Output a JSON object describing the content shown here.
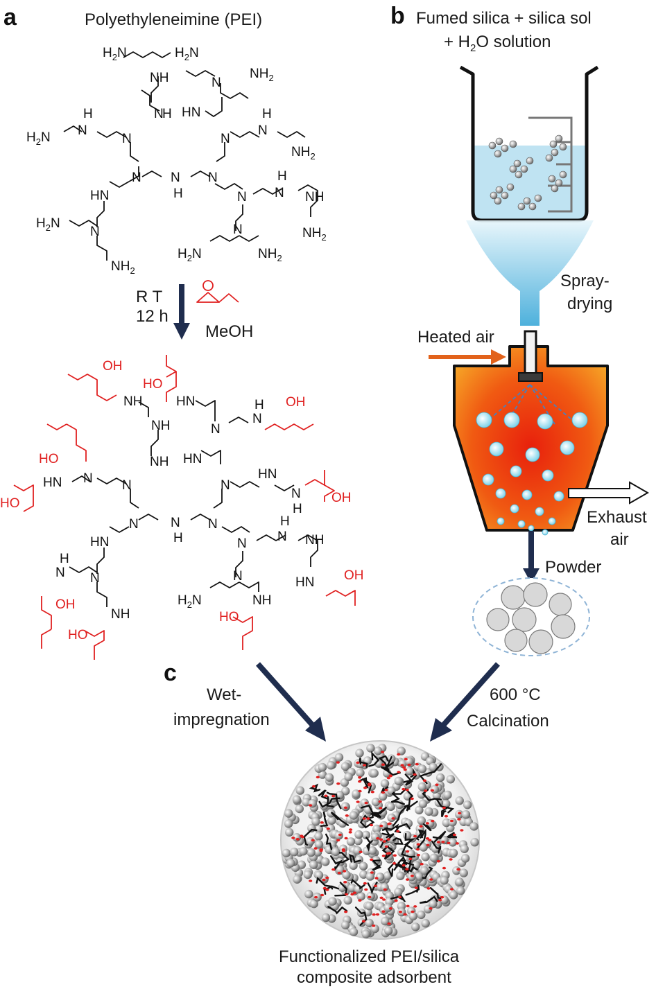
{
  "panels": {
    "a": "a",
    "b": "b",
    "c": "c"
  },
  "panel_a": {
    "title": "Polyethyleneimine (PEI)",
    "conditions_rt": "R T",
    "conditions_time": "12   h",
    "solvent": "MeOH"
  },
  "panel_b": {
    "title_line1": "Fumed silica + silica sol",
    "title_line2_prefix": "+ H",
    "title_line2_sub": "2",
    "title_line2_suffix": "O solution",
    "spray_line1": "Spray-",
    "spray_line2": "drying",
    "heated_air": "Heated air",
    "exhaust_line1": "Exhaust",
    "exhaust_line2": "air",
    "powder": "Powder"
  },
  "panel_c": {
    "wet_line1": "Wet-",
    "wet_line2": "impregnation",
    "calc_line1": "600 °C",
    "calc_line2": "Calcination",
    "product_line1": "Functionalized PEI/silica",
    "product_line2": "composite adsorbent"
  },
  "colors": {
    "arrow": "#1f2d4e",
    "reagent_red": "#e02020",
    "heated_air_arrow": "#e2621b",
    "solution": "#bfe3f2",
    "chamber_hot": "#e83a12",
    "chamber_warm": "#f9a826"
  }
}
